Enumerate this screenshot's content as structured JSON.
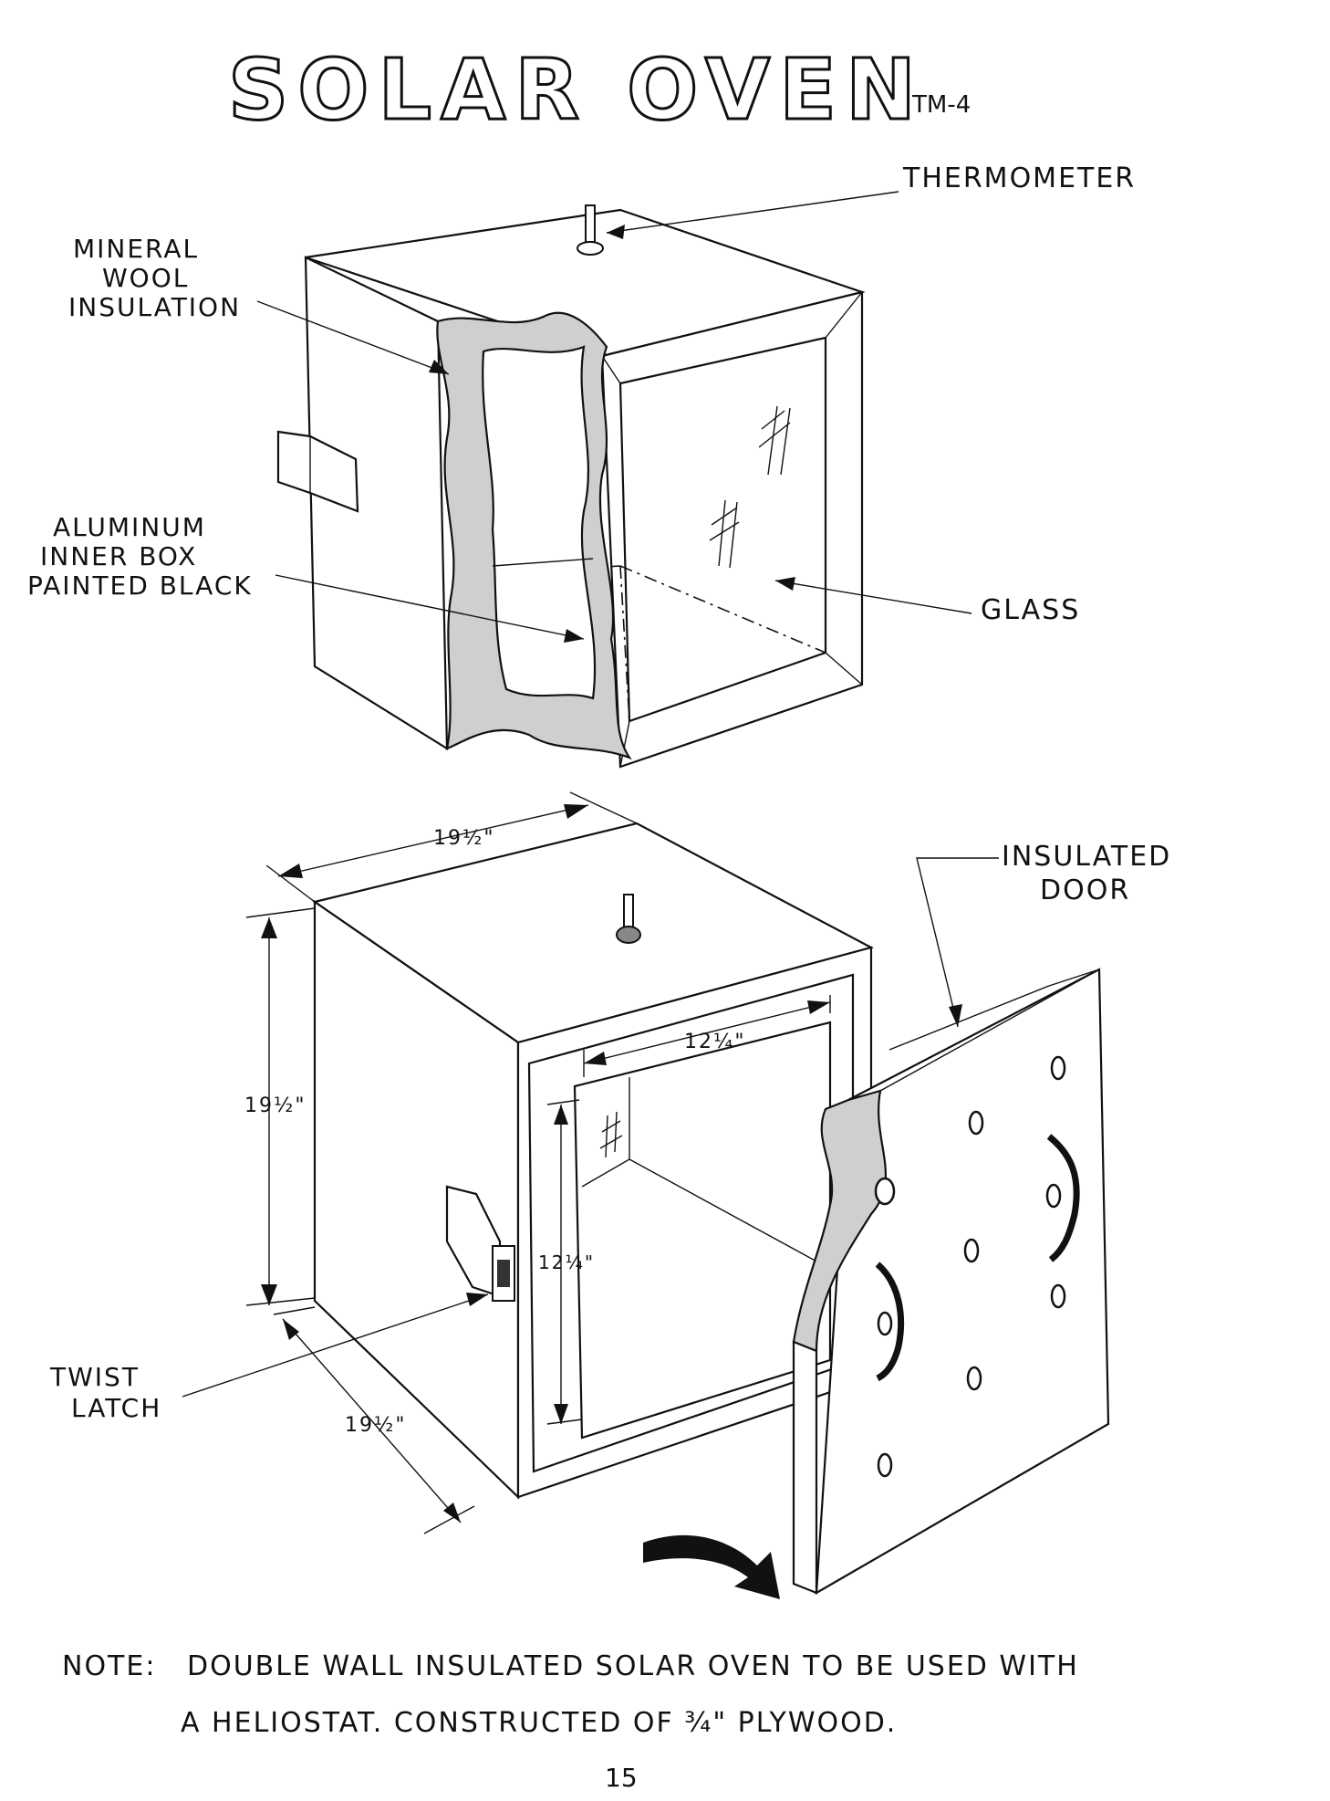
{
  "title": "SOLAR OVEN",
  "figure_code": "TM-4",
  "labels": {
    "thermometer": "THERMOMETER",
    "mineral_wool": [
      "MINERAL",
      "WOOL",
      "INSULATION"
    ],
    "aluminum_box": [
      "ALUMINUM",
      "INNER BOX",
      "PAINTED BLACK"
    ],
    "glass": "GLASS",
    "insulated_door": [
      "INSULATED",
      "DOOR"
    ],
    "twist_latch": [
      "TWIST",
      "LATCH"
    ]
  },
  "dimensions": {
    "top_width": "19½\"",
    "height": "19½\"",
    "depth": "19½\"",
    "opening_width": "12¼\"",
    "opening_height": "12¼\""
  },
  "note": {
    "prefix": "NOTE:",
    "line1": "DOUBLE WALL INSULATED SOLAR OVEN TO BE USED WITH",
    "line2": "A HELIOSTAT. CONSTRUCTED OF ¾\" PLYWOOD."
  },
  "page_number": "15"
}
